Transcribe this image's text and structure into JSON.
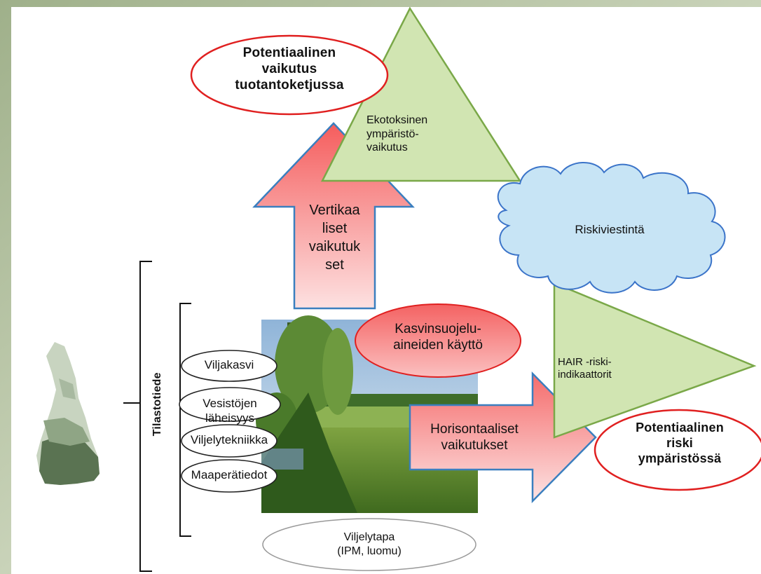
{
  "nodes": {
    "potential_chain": "Potentiaalinen\nvaikutus\ntuotantoketjussa",
    "ecotoxic": "Ekotoksinen\nympäristö-\nvaikutus",
    "risk_communication": "Riskiviestintä",
    "vertical": "Vertikaa\nliset\nvaikutuk\nset",
    "pesticide_use": "Kasvinsuojelu-\naineiden käyttö",
    "hair": "HAIR -riski-\nindikaattorit",
    "horizontal": "Horisontaaliset\nvaikutukset",
    "potential_env": "Potentiaalinen\nriski\nympäristössä",
    "statistics": "Tilastotiede",
    "cultivation_method": "Viljelytapa\n(IPM, luomu)"
  },
  "factors": [
    "Viljakasvi",
    "Vesistöjen läheisyys",
    "Viljelytekniikka",
    "Maaperätiedot"
  ],
  "colors": {
    "red_fill": "#f87e7e",
    "red_outline": "#e02020",
    "green_fill": "#cfe3ad",
    "green_outline": "#7aa848",
    "cloud_fill": "#c7e4f5",
    "cloud_outline": "#3b74c9",
    "arrow_outline": "#3a7fbf"
  }
}
